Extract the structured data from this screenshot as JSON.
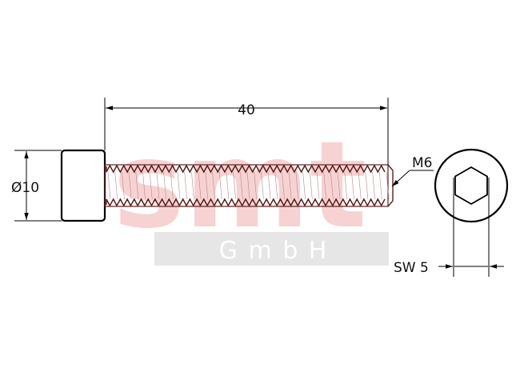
{
  "dimensions": {
    "length": "40",
    "diameter": "Ø10",
    "thread": "M6",
    "wrench_size": "SW 5"
  },
  "watermark": {
    "logo": "smt",
    "company": "G m b H",
    "logo_color": "#f7d2d2",
    "band_color": "#e6e6e6",
    "company_color": "#ffffff"
  },
  "colors": {
    "outline": "#000000",
    "thread": "#5a1e1e"
  }
}
